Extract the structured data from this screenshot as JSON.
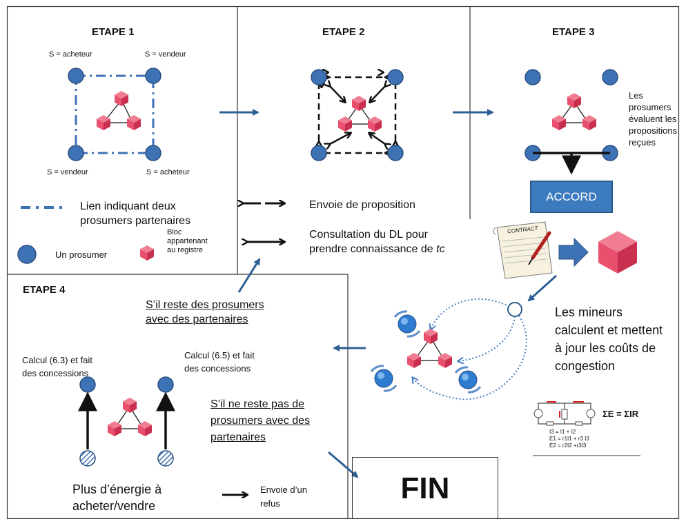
{
  "steps": {
    "etape1": "ETAPE 1",
    "etape2": "ETAPE 2",
    "etape3": "ETAPE 3",
    "etape4": "ETAPE 4"
  },
  "roles": {
    "top_left": "S = acheteur",
    "top_right": "S = vendeur",
    "bottom_left": "S = vendeur",
    "bottom_right": "S = acheteur"
  },
  "legend": {
    "partner_link_line1": "Lien indiquant deux",
    "partner_link_line2": "prosumers partenaires",
    "prosumer": "Un prosumer",
    "block_line1": "Bloc",
    "block_line2": "appartenant",
    "block_line3": "au registre",
    "proposal": "Envoie de proposition",
    "consult_line1": "Consultation du DL pour",
    "consult_line2_prefix": "prendre connaissance de ",
    "consult_line2_italic": "tc"
  },
  "step3": {
    "eval_line1": "Les",
    "eval_line2": "prosumers",
    "eval_line3": "évaluent les",
    "eval_line4": "propositions",
    "eval_line5": "reçues",
    "accord": "ACCORD"
  },
  "contract": {
    "label": "CONTRACT"
  },
  "miners": {
    "line1": "Les mineurs",
    "line2": "calculent et mettent",
    "line3": "à jour les coûts de",
    "line4": "congestion"
  },
  "circuit": {
    "eq1": "I3 = I1 + I2",
    "eq2": "E1 = r1I1 + r3 I3",
    "eq3": "E2 = r2I2 +r3I3",
    "formula": "ΣE = ΣIR"
  },
  "step4": {
    "condition_yes_line1": "S’il reste des prosumers",
    "condition_yes_line2": "avec des partenaires",
    "calc_left_line1": "Calcul (6.3) et fait",
    "calc_left_line2": "des concessions",
    "calc_right_line1": "Calcul (6.5) et fait",
    "calc_right_line2": "des concessions",
    "condition_no_line1": "S’il ne reste pas de",
    "condition_no_line2": "prosumers avec des",
    "condition_no_line3": "partenaires",
    "energy_line1": "Plus d’énergie à",
    "energy_line2": "acheter/vendre",
    "refusal_line1": "Envoie d’un",
    "refusal_line2": "refus",
    "fin": "FIN"
  },
  "colors": {
    "prosumer_fill": "#3d72b4",
    "prosumer_stroke": "#2a4f80",
    "block_pink": "#e8506e",
    "block_light": "#f07d92",
    "block_dark": "#c9304f",
    "flow_arrow": "#2e5f93",
    "dotted_arrow": "#4a7fc0"
  },
  "icons": {
    "cube": "pink-cube-icon",
    "node": "blue-circle-node-icon",
    "hatched": "hatched-circle-icon",
    "globe": "globe-icon",
    "pen": "pen-icon",
    "circuit": "circuit-diagram-icon"
  }
}
